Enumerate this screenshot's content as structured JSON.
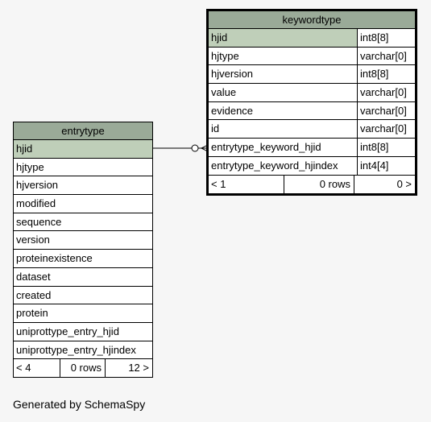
{
  "tables": {
    "entrytype": {
      "name": "entrytype",
      "columns": [
        {
          "name": "hjid",
          "pk": true
        },
        {
          "name": "hjtype"
        },
        {
          "name": "hjversion"
        },
        {
          "name": "modified"
        },
        {
          "name": "sequence"
        },
        {
          "name": "version"
        },
        {
          "name": "proteinexistence"
        },
        {
          "name": "dataset"
        },
        {
          "name": "created"
        },
        {
          "name": "protein"
        },
        {
          "name": "uniprottype_entry_hjid"
        },
        {
          "name": "uniprottype_entry_hjindex"
        }
      ],
      "footer": {
        "left": "< 4",
        "mid": "0 rows",
        "right": "12 >"
      }
    },
    "keywordtype": {
      "name": "keywordtype",
      "columns": [
        {
          "name": "hjid",
          "type": "int8[8]",
          "pk": true
        },
        {
          "name": "hjtype",
          "type": "varchar[0]"
        },
        {
          "name": "hjversion",
          "type": "int8[8]"
        },
        {
          "name": "value",
          "type": "varchar[0]"
        },
        {
          "name": "evidence",
          "type": "varchar[0]"
        },
        {
          "name": "id",
          "type": "varchar[0]"
        },
        {
          "name": "entrytype_keyword_hjid",
          "type": "int8[8]"
        },
        {
          "name": "entrytype_keyword_hjindex",
          "type": "int4[4]"
        }
      ],
      "footer": {
        "left": "< 1",
        "mid": "0 rows",
        "right": "0 >"
      }
    }
  },
  "generated_by": "Generated by SchemaSpy",
  "colors": {
    "header": "#9aaa98",
    "pk_cell": "#bfcfb9",
    "background": "#f6f6f6"
  }
}
